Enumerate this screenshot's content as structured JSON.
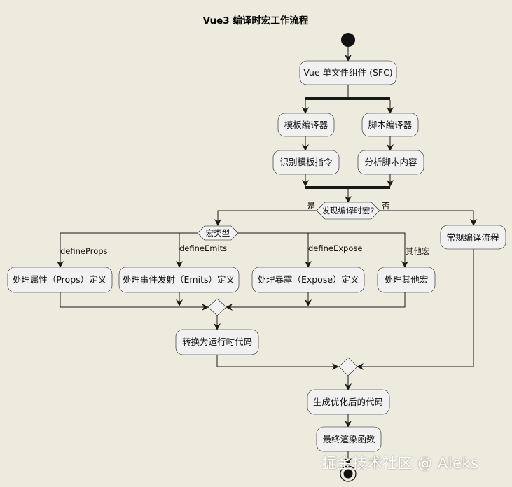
{
  "title": "Vue3 编译时宏工作流程",
  "nodes": {
    "sfc": "Vue 单文件组件 (SFC)",
    "template_compiler": "模板编译器",
    "script_compiler": "脚本编译器",
    "recognize_directives": "识别模板指令",
    "analyze_script": "分析脚本内容",
    "decision": "发现编译时宏?",
    "macro_type": "宏类型",
    "props": "处理属性（Props）定义",
    "emits": "处理事件发射（Emits）定义",
    "expose": "处理暴露（Expose）定义",
    "other": "处理其他宏",
    "normal": "常规编译流程",
    "convert": "转换为运行时代码",
    "generate": "生成优化后的代码",
    "render": "最终渲染函数"
  },
  "edge_labels": {
    "yes": "是",
    "no": "否",
    "define_props": "defineProps",
    "define_emits": "defineEmits",
    "define_expose": "defineExpose",
    "other_macro": "其他宏"
  },
  "watermark": "掘金技术社区 @ Aleks"
}
